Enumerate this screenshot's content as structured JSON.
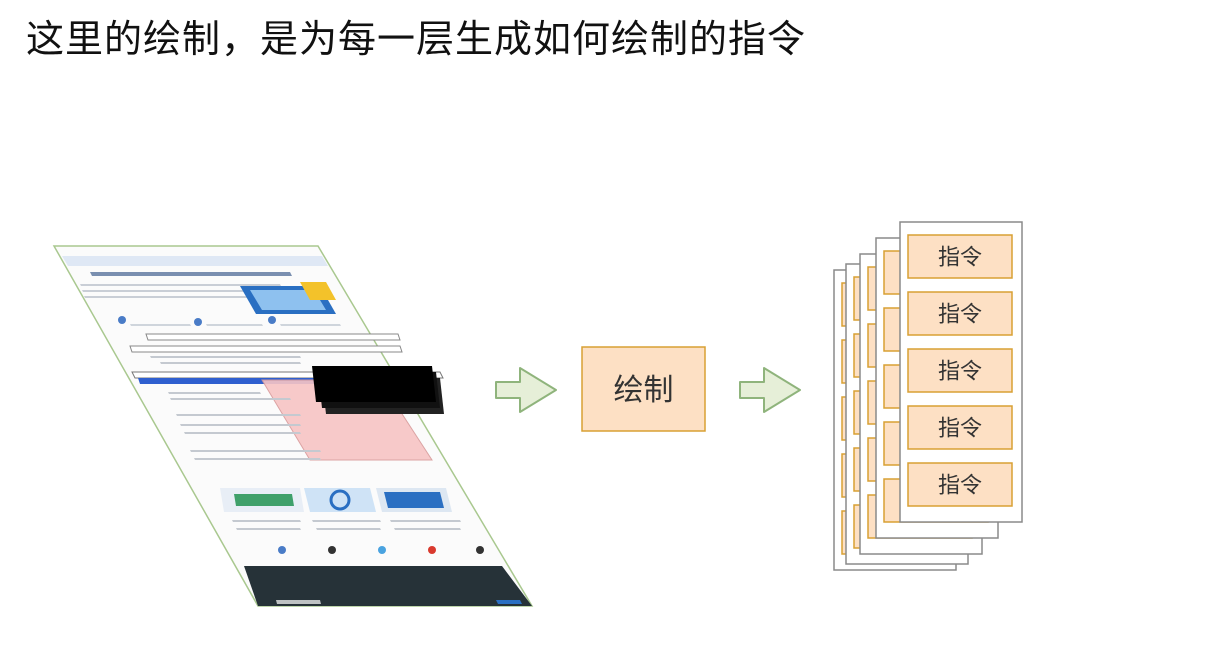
{
  "title": "这里的绘制，是为每一层生成如何绘制的指令",
  "paint_box": {
    "label": "绘制"
  },
  "instruction_label": "指令",
  "colors": {
    "box_fill": "#fde0c4",
    "box_stroke": "#d8a033",
    "arrow_fill": "#e6efd8",
    "arrow_stroke": "#8fb47c"
  }
}
